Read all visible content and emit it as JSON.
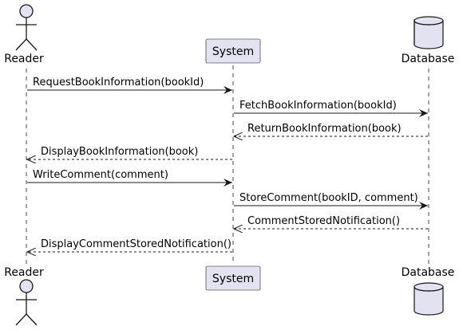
{
  "colors": {
    "participant_fill": "#E2E2F0",
    "participant_stroke": "#181818",
    "line": "#181818",
    "background": "#FFFFFF"
  },
  "participants": [
    {
      "id": "reader",
      "label": "Reader",
      "kind": "actor",
      "icon": "actor-stick-figure-icon"
    },
    {
      "id": "system",
      "label": "System",
      "kind": "participant",
      "icon": ""
    },
    {
      "id": "database",
      "label": "Database",
      "kind": "database",
      "icon": "database-cylinder-icon"
    }
  ],
  "messages": [
    {
      "from": "reader",
      "to": "system",
      "label": "RequestBookInformation(bookId)",
      "style": "solid"
    },
    {
      "from": "system",
      "to": "database",
      "label": "FetchBookInformation(bookId)",
      "style": "solid"
    },
    {
      "from": "database",
      "to": "system",
      "label": "ReturnBookInformation(book)",
      "style": "dashed"
    },
    {
      "from": "system",
      "to": "reader",
      "label": "DisplayBookInformation(book)",
      "style": "dashed"
    },
    {
      "from": "reader",
      "to": "system",
      "label": "WriteComment(comment)",
      "style": "solid"
    },
    {
      "from": "system",
      "to": "database",
      "label": "StoreComment(bookID, comment)",
      "style": "solid"
    },
    {
      "from": "database",
      "to": "system",
      "label": "CommentStoredNotification()",
      "style": "dashed"
    },
    {
      "from": "system",
      "to": "reader",
      "label": "DisplayCommentStoredNotification()",
      "style": "dashed"
    }
  ]
}
